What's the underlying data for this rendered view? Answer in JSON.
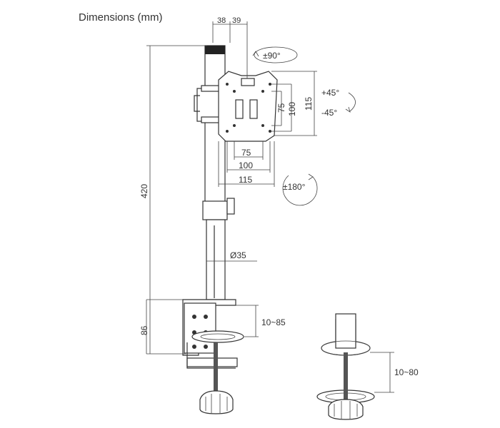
{
  "title": "Dimensions (mm)",
  "labels": {
    "pole_width_a": "38",
    "pole_width_b": "39",
    "rotate_90": "±90°",
    "tilt_up": "+45°",
    "tilt_down": "-45°",
    "vesa_v_75": "75",
    "vesa_v_100": "100",
    "vesa_v_115": "115",
    "vesa_h_75": "75",
    "vesa_h_100": "100",
    "vesa_h_115": "115",
    "rotate_180": "±180°",
    "height_420": "420",
    "diameter": "Ø35",
    "clamp_height": "86",
    "clamp_range": "10~85",
    "grommet_range": "10~80"
  }
}
